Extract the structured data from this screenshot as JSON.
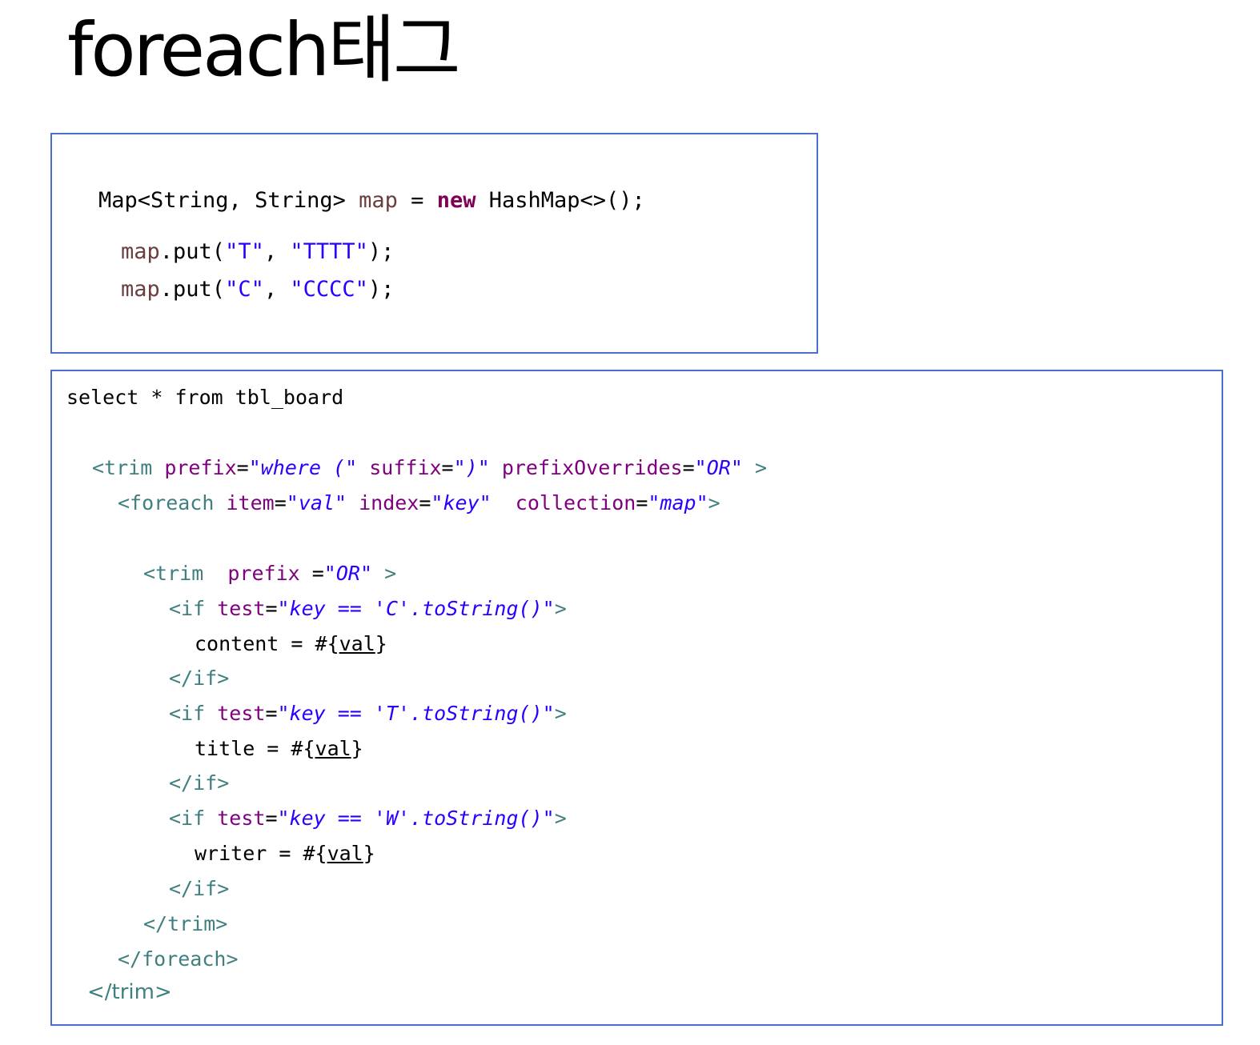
{
  "slide": {
    "title": "foreach태그"
  },
  "java_code": {
    "line1": {
      "type": "Map<String, String>",
      "var": "map",
      "eq": "=",
      "kw": "new",
      "ctor": "HashMap<>();"
    },
    "line2": {
      "var": "map",
      "call": ".put(",
      "k": "\"T\"",
      "sep": ",",
      "v": "\"TTTT\"",
      "end": ");"
    },
    "line3": {
      "var": "map",
      "call": ".put(",
      "k": "\"C\"",
      "sep": ",",
      "v": "\"CCCC\"",
      "end": ");"
    }
  },
  "sql_code": {
    "select": "select * from tbl_board",
    "trim_outer": {
      "open": "<trim",
      "a1": "prefix",
      "eq": "=",
      "v1": "\"where (\"",
      "a2": "suffix",
      "v2": "\")\"",
      "a3": "prefixOverrides",
      "v3": "\"OR\"",
      "close": ">"
    },
    "foreach": {
      "open": "<foreach",
      "a1": "item",
      "eq": "=",
      "v1": "\"val\"",
      "a2": "index",
      "v2": "\"key\"",
      "a3": "collection",
      "v3": "\"map\"",
      "close": ">"
    },
    "trim_inner": {
      "open": "<trim",
      "a1": "prefix",
      "eq": " =",
      "v1": "\"OR\"",
      "close": ">"
    },
    "if_c": {
      "open": "<if",
      "attr": "test",
      "eq": "=",
      "val": "\"key == 'C'.toString()\"",
      "close": ">"
    },
    "content_line": {
      "text": "content = #{",
      "var": "val",
      "end": "}"
    },
    "endif_1": "</if>",
    "if_t": {
      "open": "<if",
      "attr": "test",
      "eq": "=",
      "val": "\"key == 'T'.toString()\"",
      "close": ">"
    },
    "title_line": {
      "text": "title = #{",
      "var": "val",
      "end": "}"
    },
    "endif_2": "</if>",
    "if_w": {
      "open": "<if",
      "attr": "test",
      "eq": "=",
      "val": "\"key == 'W'.toString()\"",
      "close": ">"
    },
    "writer_line": {
      "text": "writer = #{",
      "var": "val",
      "end": "}"
    },
    "endif_3": "</if>",
    "endtrim_inner": "</trim>",
    "endforeach": "</foreach>",
    "endtrim_outer": "</trim>"
  }
}
